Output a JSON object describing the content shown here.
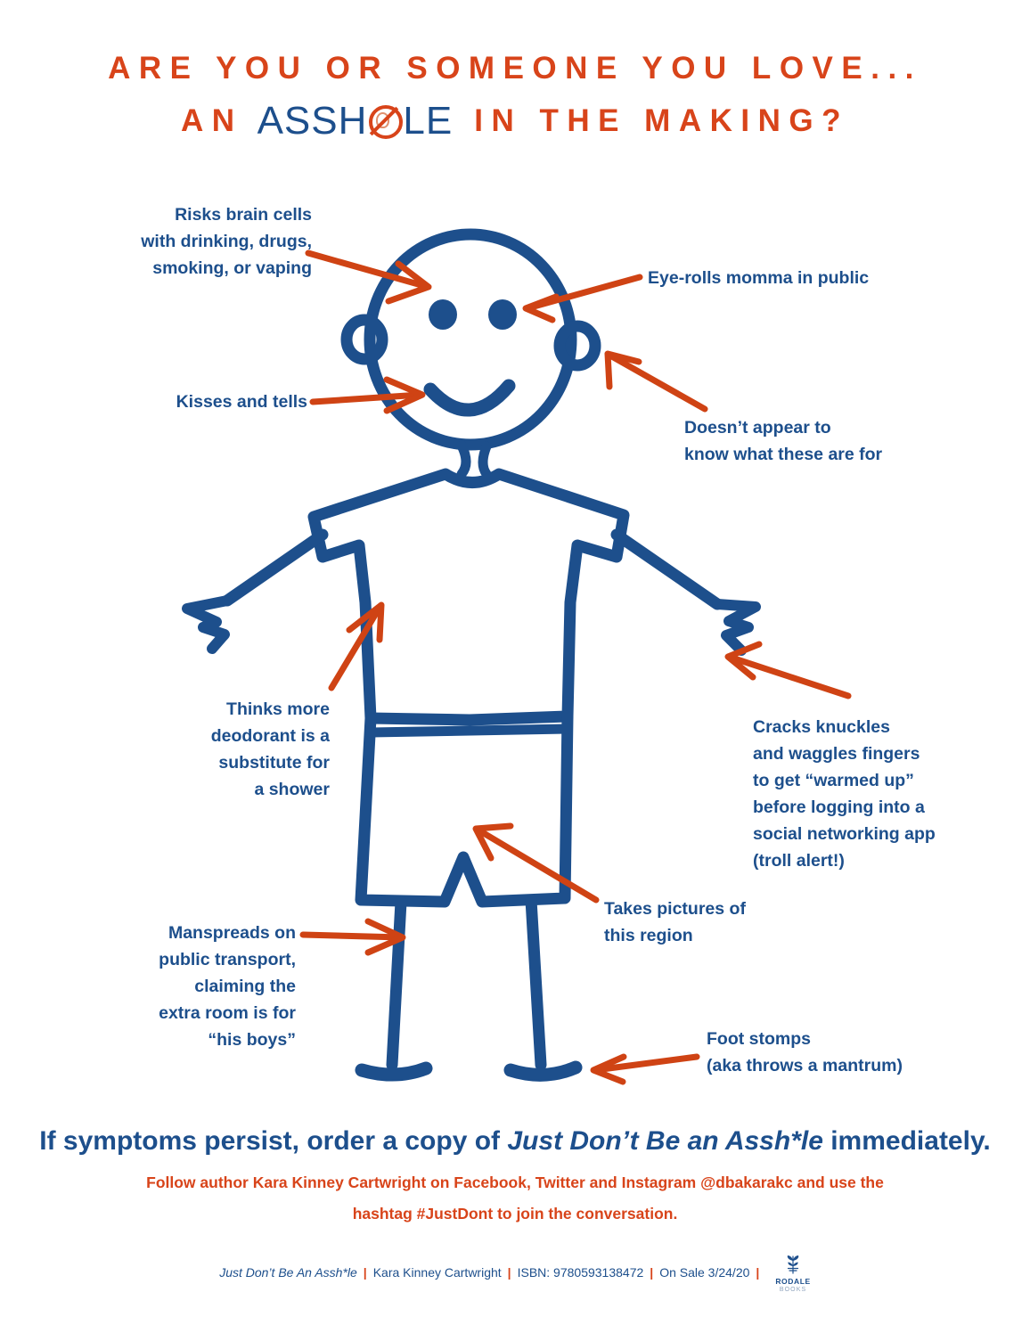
{
  "colors": {
    "blue": "#1d4f8c",
    "orange": "#d8441a",
    "background": "#ffffff"
  },
  "title": {
    "line1": "ARE YOU OR SOMEONE YOU LOVE...",
    "line2_prefix": "AN",
    "logo_word_part1": "ASSH",
    "logo_word_icon": "prohibition-sign-icon",
    "logo_word_part2": "LE",
    "line2_suffix": "IN THE MAKING?"
  },
  "callouts": [
    {
      "id": "brain",
      "text": "Risks brain cells\nwith drinking, drugs,\nsmoking, or vaping",
      "align": "right"
    },
    {
      "id": "eyeroll",
      "text": "Eye-rolls momma in public",
      "align": "left"
    },
    {
      "id": "ears",
      "text": "Doesn’t appear to\nknow what these are for",
      "align": "left"
    },
    {
      "id": "kisses",
      "text": "Kisses and tells",
      "align": "right"
    },
    {
      "id": "deodorant",
      "text": "Thinks more\ndeodorant is a\nsubstitute for\na shower",
      "align": "right"
    },
    {
      "id": "knuckles",
      "text": "Cracks knuckles\nand waggles fingers\nto get “warmed up”\nbefore logging into a\nsocial networking app\n(troll alert!)",
      "align": "left"
    },
    {
      "id": "pictures",
      "text": "Takes pictures of\nthis region",
      "align": "left"
    },
    {
      "id": "manspread",
      "text": "Manspreads on\npublic transport,\nclaiming the\nextra room is for\n“his boys”",
      "align": "right"
    },
    {
      "id": "foot",
      "text": "Foot stomps\n(aka throws a mantrum)",
      "align": "left"
    }
  ],
  "cta": {
    "before": "If symptoms persist, order a copy of ",
    "book_title": "Just Don’t Be an Assh*le",
    "after": " immediately."
  },
  "social": {
    "line1": "Follow author Kara Kinney Cartwright on Facebook, Twitter and Instagram @dbakarakc and use the",
    "line2": "hashtag #JustDont to join the conversation."
  },
  "colophon": {
    "book_title": "Just Don’t Be An Assh*le",
    "author": "Kara Kinney Cartwright",
    "isbn": "ISBN: 9780593138472",
    "on_sale": "On Sale 3/24/20",
    "separator": "|",
    "publisher_name": "RODALE",
    "publisher_sub": "BOOKS",
    "publisher_icon": "seedling-icon"
  }
}
